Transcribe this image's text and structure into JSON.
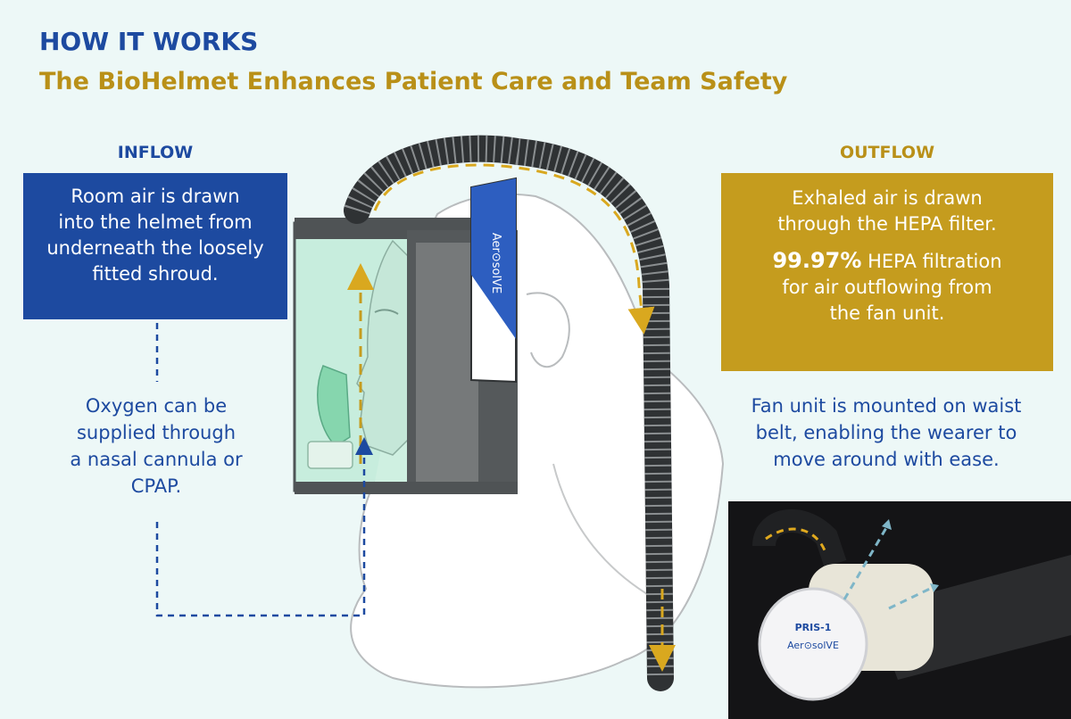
{
  "header": {
    "title": "HOW IT WORKS",
    "subtitle": "The BioHelmet Enhances Patient Care and Team Safety"
  },
  "inflow": {
    "label": "INFLOW",
    "box_lines": [
      "Room air is drawn",
      "into the helmet from",
      "underneath the loosely",
      "fitted shroud."
    ],
    "note_lines": [
      "Oxygen can be",
      "supplied through",
      "a nasal cannula or",
      "CPAP."
    ]
  },
  "outflow": {
    "label": "OUTFLOW",
    "box_lines": [
      "Exhaled air is drawn",
      "through the HEPA filter."
    ],
    "stat_value": "99.97%",
    "stat_text": " HEPA filtration",
    "stat_lines": [
      "for air outflowing from",
      "the fan unit."
    ]
  },
  "fan": {
    "note_lines": [
      "Fan unit is mounted on waist",
      "belt, enabling the wearer to",
      "move around with ease."
    ],
    "unit_label": "PRIS-1",
    "unit_brand": "Aer⊙solVE"
  },
  "helmet": {
    "brand": "Aer⊙solVE"
  },
  "colors": {
    "blue": "#1d4aa0",
    "gold": "#c59c1e",
    "background": "#edf8f7"
  }
}
